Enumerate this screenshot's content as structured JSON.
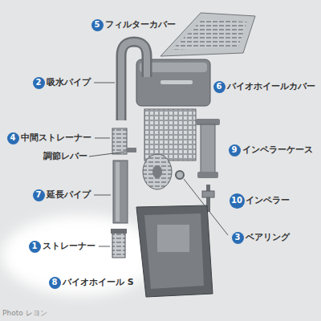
{
  "diagram": {
    "nodes": [
      {
        "text": [
          "5"
        ]
      },
      {
        "text": [
          "2"
        ]
      },
      {
        "text": [
          "6"
        ]
      },
      {
        "text": [
          "4"
        ]
      },
      {
        "text": [
          "9"
        ]
      },
      {
        "text": [
          "7"
        ]
      },
      {
        "text": [
          "10"
        ]
      },
      {
        "text": [
          "3"
        ]
      },
      {
        "text": [
          "1"
        ]
      },
      {
        "text": [
          "8"
        ]
      }
    ],
    "edges": [],
    "labels": [
      "フィルターカバー",
      "吸水パイプ",
      "バイオホイールカバー",
      "中間ストレーナー",
      "調節レバー",
      "インペラーケース",
      "延長パイプ",
      "インペラー",
      "ベアリング",
      "ストレーナー",
      "バイオホイール S",
      "Photo レヨン"
    ]
  }
}
